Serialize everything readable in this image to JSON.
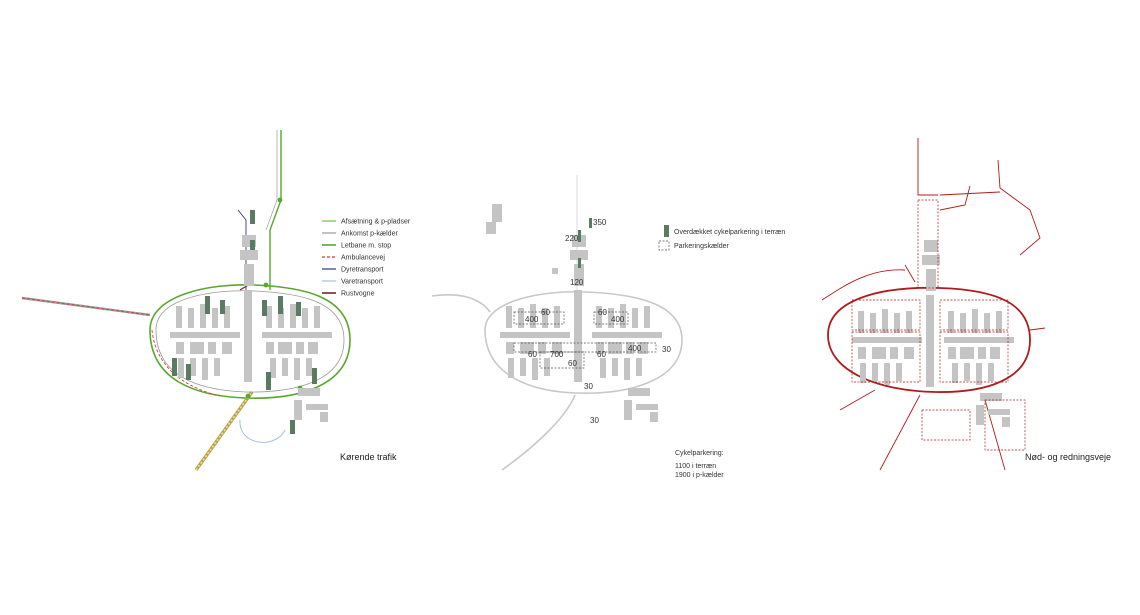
{
  "colors": {
    "building": "#c4c4c4",
    "bike_parking": "#5b7a62",
    "dropoff": "#7ac043",
    "arrival": "#9a9a9a",
    "lightrail": "#58a82e",
    "ambulance": "#d83a3a",
    "animal": "#2f3a7a",
    "goods": "#9fc3d8",
    "rust": "#6a2a2a",
    "emergency": "#b01c1c",
    "road_grey": "#c8c8c8"
  },
  "panel1": {
    "title": "Kørende trafik",
    "legend": [
      {
        "label": "Afsætning & p-pladser",
        "style": "dropoff"
      },
      {
        "label": "Ankomst p-kælder",
        "style": "arrival"
      },
      {
        "label": "Letbane m. stop",
        "style": "lightrail"
      },
      {
        "label": "Ambulancevej",
        "style": "ambulance"
      },
      {
        "label": "Dyretransport",
        "style": "animal"
      },
      {
        "label": "Varetransport",
        "style": "goods"
      },
      {
        "label": "Rustvogne",
        "style": "rust"
      }
    ]
  },
  "panel2": {
    "legend": [
      {
        "label": "Overdækket cykelparkering i terræn",
        "style": "bike"
      },
      {
        "label": "Parkeringskælder",
        "style": "cellar"
      }
    ],
    "parking_labels": [
      "350",
      "220",
      "120",
      "60",
      "60",
      "400",
      "400",
      "60",
      "700",
      "60",
      "60",
      "400",
      "30",
      "30",
      "30"
    ],
    "summary_title": "Cykelparkering:",
    "summary_lines": [
      "1100 i terræn",
      "1900 i p-kælder"
    ]
  },
  "panel3": {
    "title": "Nød- og redningsveje"
  }
}
